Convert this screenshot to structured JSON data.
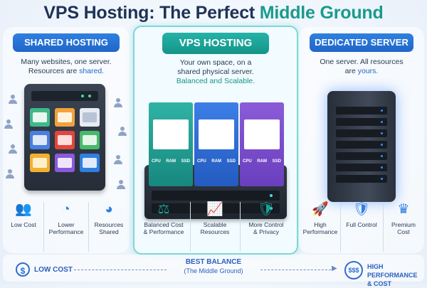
{
  "title": {
    "part1": "VPS Hosting: The Perfect",
    "part2": "Middle Ground"
  },
  "shared": {
    "label": "SHARED HOSTING",
    "desc_line1": "Many websites, one server.",
    "desc_line2a": "Resources are ",
    "desc_line2b": "shared.",
    "features": [
      {
        "icon": "users-icon",
        "glyph": "👥",
        "label1": "Low Cost",
        "label2": ""
      },
      {
        "icon": "gauge-icon",
        "glyph": "◔",
        "label1": "Lower",
        "label2": "Performance"
      },
      {
        "icon": "pie-icon",
        "glyph": "◕",
        "label1": "Resources",
        "label2": "Shared"
      }
    ]
  },
  "vps": {
    "label": "VPS HOSTING",
    "desc_line1": "Your own space, on a",
    "desc_line2": "shared physical server.",
    "desc_line3": "Balanced and Scalable.",
    "resources": [
      "CPU",
      "RAM",
      "SSD"
    ],
    "features": [
      {
        "icon": "scale-icon",
        "glyph": "⚖",
        "label1": "Balanced Cost",
        "label2": "& Performance"
      },
      {
        "icon": "chart-up-icon",
        "glyph": "📈",
        "label1": "Scalable",
        "label2": "Resources"
      },
      {
        "icon": "shield-check-icon",
        "glyph": "🛡",
        "label1": "More Control",
        "label2": "& Privacy"
      }
    ]
  },
  "dedicated": {
    "label": "DEDICATED SERVER",
    "desc_line1": "One server. All resources",
    "desc_line2a": "are ",
    "desc_line2b": "yours.",
    "features": [
      {
        "icon": "rocket-icon",
        "glyph": "🚀",
        "label1": "High",
        "label2": "Performance"
      },
      {
        "icon": "shield-icon",
        "glyph": "🛡",
        "label1": "Full Control",
        "label2": ""
      },
      {
        "icon": "crown-icon",
        "glyph": "♛",
        "label1": "Premium",
        "label2": "Cost"
      }
    ]
  },
  "bottom": {
    "low_icon": "$",
    "low_label": "LOW COST",
    "mid_label1": "BEST BALANCE",
    "mid_label2": "(The Middle Ground)",
    "high_icon": "$$$",
    "high_label1": "HIGH PERFORMANCE",
    "high_label2": "& COST"
  },
  "colors": {
    "accent_blue": "#1f66c8",
    "accent_teal": "#159488",
    "dark": "#1f3357"
  }
}
